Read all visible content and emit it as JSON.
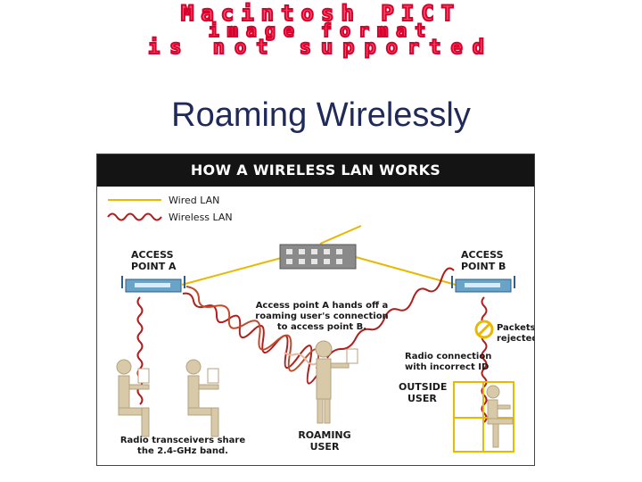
{
  "banner": {
    "lines": [
      "Macintosh PICT",
      "image format",
      "is not supported"
    ]
  },
  "slide": {
    "title": "Roaming Wirelessly"
  },
  "figure": {
    "header": "HOW A WIRELESS LAN WORKS",
    "legend": {
      "wired": "Wired LAN",
      "wireless": "Wireless LAN"
    },
    "access_point_a": [
      "ACCESS",
      "POINT A"
    ],
    "access_point_b": [
      "ACCESS",
      "POINT B"
    ],
    "handoff_note": [
      "Access point A hands off a",
      "roaming user's connection",
      "to access point B."
    ],
    "packets_note": [
      "Packets",
      "rejected"
    ],
    "radio_note": [
      "Radio connection",
      "with incorrect ID"
    ],
    "outside_user": [
      "OUTSIDE",
      "USER"
    ],
    "transceivers_note": [
      "Radio transceivers share",
      "the 2.4-GHz band."
    ],
    "roaming_user": [
      "ROAMING",
      "USER"
    ]
  },
  "colors": {
    "banner_text": "#ff4f6a",
    "title": "#1f2a5a",
    "wired_line": "#e8b900",
    "wireless_wave": "#b01e1e",
    "access_point": "#6aa3c8",
    "figure_silhouette": "#d8c9a8",
    "hub": "#888888"
  }
}
